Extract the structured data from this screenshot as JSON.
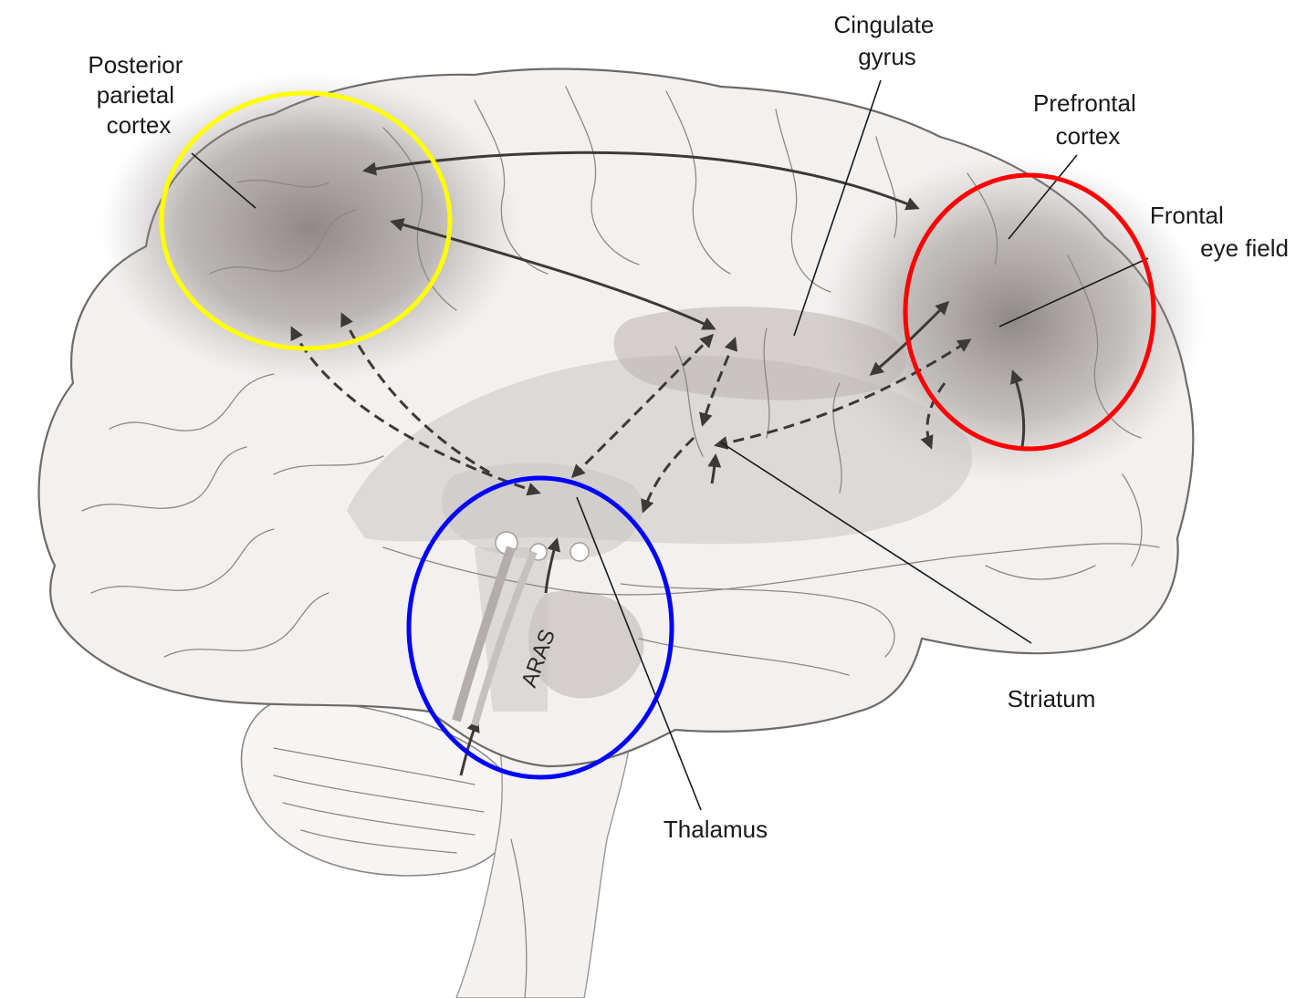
{
  "labels": {
    "posterior_parietal": [
      "Posterior",
      "parietal",
      "cortex"
    ],
    "cingulate": [
      "Cingulate",
      "gyrus"
    ],
    "prefrontal": [
      "Prefrontal",
      "cortex"
    ],
    "frontal_eye": [
      "Frontal",
      "eye field"
    ],
    "striatum": "Striatum",
    "thalamus": "Thalamus",
    "aras": "ARAS"
  },
  "highlights": {
    "parietal_circle_color": "#ffff00",
    "frontal_circle_color": "#ff0000",
    "thalamus_circle_color": "#0000ff"
  },
  "colors": {
    "shading": "#8a8381",
    "pathway": "#3d3937"
  }
}
